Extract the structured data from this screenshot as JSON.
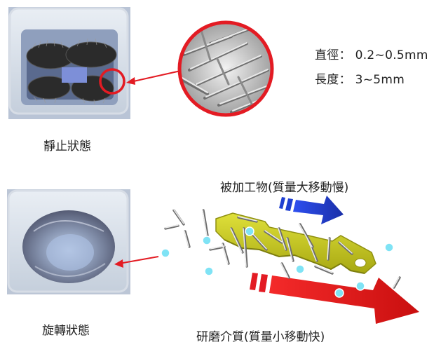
{
  "top": {
    "spec_diameter": "直徑： 0.2~0.5mm",
    "spec_length": "長度： 3~5mm",
    "state_label": "靜止狀態"
  },
  "bottom": {
    "workpiece_label": "被加工物(質量大移動慢)",
    "state_label": "旋轉狀態",
    "media_label": "研磨介質(質量小移動快)"
  },
  "colors": {
    "highlight_ring": "#e31b23",
    "workpiece_arrow": "#1f3fd1",
    "media_arrow": "#e31b23",
    "workpiece": "#c8c81e",
    "bubble": "#7fe3f5"
  }
}
